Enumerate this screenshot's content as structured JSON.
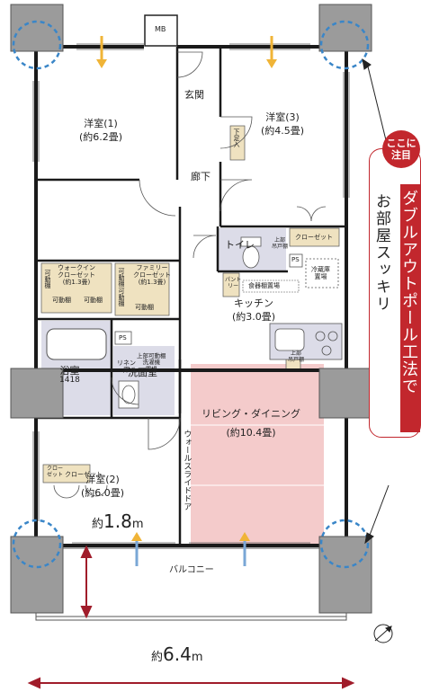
{
  "rooms": {
    "western1": {
      "name": "洋室(1)",
      "size": "(約6.2畳)"
    },
    "western3": {
      "name": "洋室(3)",
      "size": "(約4.5畳)"
    },
    "western2": {
      "name": "洋室(2)",
      "size": "(約6.0畳)"
    },
    "living": {
      "name": "リビング・ダイニング",
      "size": "(約10.4畳)"
    },
    "kitchen": {
      "name": "キッチン",
      "size": "(約3.0畳)"
    },
    "entrance": "玄関",
    "hallway": "廊下",
    "toilet": "トイレ",
    "bath": {
      "name": "浴室",
      "code": "1418"
    },
    "washroom": "洗面室",
    "balcony": "バルコニー"
  },
  "storage": {
    "mb": "MB",
    "shoe": "下足入",
    "walkin": {
      "name": "ウォークイン\nクローゼット",
      "size": "(約1.3畳)"
    },
    "family": {
      "name": "ファミリー\nクローゼット",
      "size": "(約1.3畳)"
    },
    "movable_shelf": "可動棚",
    "closet": "クローゼット",
    "closet_short": "クロー\nゼット",
    "ps": "PS",
    "linen": "リネン\n庫",
    "washer_upper": "上部可動棚\n洗濯機\n置場",
    "toilet_shelf": "上部\n吊戸棚",
    "pantry": "パント\nリー",
    "dish_shelf": "食器棚置場",
    "fridge": "冷蔵庫\n置場",
    "kitchen_shelf": "上部\n吊戸棚"
  },
  "door": {
    "wall_slide": "ウォールスライドドア"
  },
  "callout": {
    "badge": "ここに\n注目",
    "title": "ダブルアウトポール工法で",
    "subtitle": "お部屋スッキリ"
  },
  "dimensions": {
    "balcony_depth": {
      "prefix": "約",
      "value": "1.8",
      "unit": "m"
    },
    "width": {
      "prefix": "約",
      "value": "6.4",
      "unit": "m"
    }
  },
  "colors": {
    "wall": "#1a1a1a",
    "column": "#9b9b9b",
    "circle": "#3a86c8",
    "living": "#f4cbcb",
    "storage": "#efe2c0",
    "wet": "#dcdce8",
    "arrow_yellow": "#f0b437",
    "arrow_blue": "#7aa7d6",
    "dimension": "#a01c2a",
    "accent": "#c2272d"
  },
  "icons": {
    "compass": "compass-north-icon",
    "airflow": "airflow-arrow-icon"
  }
}
